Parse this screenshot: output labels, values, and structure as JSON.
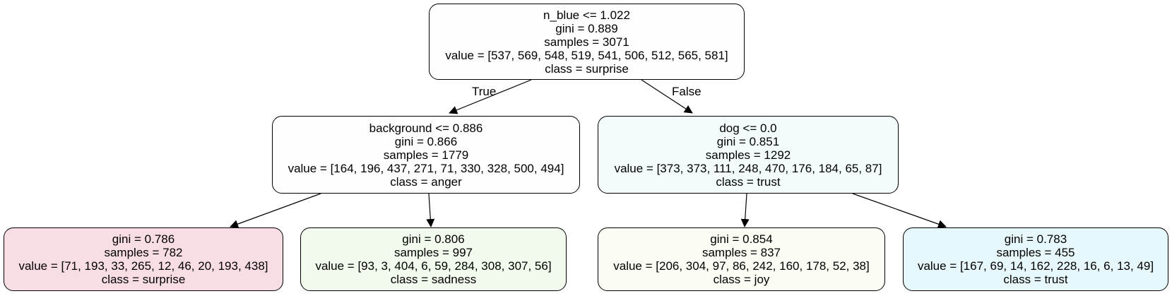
{
  "tree": {
    "root": {
      "split": "n_blue <= 1.022",
      "gini": "gini = 0.889",
      "samples": "samples = 3071",
      "value": "value = [537, 569, 548, 519, 541, 506, 512, 565, 581]",
      "class": "class = surprise",
      "fill": "#fefefe"
    },
    "left": {
      "split": "background <= 0.886",
      "gini": "gini = 0.866",
      "samples": "samples = 1779",
      "value": "value = [164, 196, 437, 271, 71, 330, 328, 500, 494]",
      "class": "class = anger",
      "fill": "#fefefe"
    },
    "right": {
      "split": "dog <= 0.0",
      "gini": "gini = 0.851",
      "samples": "samples = 1292",
      "value": "value = [373, 373, 111, 248, 470, 176, 184, 65, 87]",
      "class": "class = trust",
      "fill": "#f4fbfd"
    },
    "leaf1": {
      "gini": "gini = 0.786",
      "samples": "samples = 782",
      "value": "value = [71, 193, 33, 265, 12, 46, 20, 193, 438]",
      "class": "class = surprise",
      "fill": "#f9dde5"
    },
    "leaf2": {
      "gini": "gini = 0.806",
      "samples": "samples = 997",
      "value": "value = [93, 3, 404, 6, 59, 284, 308, 307, 56]",
      "class": "class = sadness",
      "fill": "#f2faee"
    },
    "leaf3": {
      "gini": "gini = 0.854",
      "samples": "samples = 837",
      "value": "value = [206, 304, 97, 86, 242, 160, 178, 52, 38]",
      "class": "class = joy",
      "fill": "#fbfcf4"
    },
    "leaf4": {
      "gini": "gini = 0.783",
      "samples": "samples = 455",
      "value": "value = [167, 69, 14, 162, 228, 16, 6, 13, 49]",
      "class": "class = trust",
      "fill": "#e6f8fb"
    }
  },
  "edges": {
    "true_label": "True",
    "false_label": "False"
  }
}
